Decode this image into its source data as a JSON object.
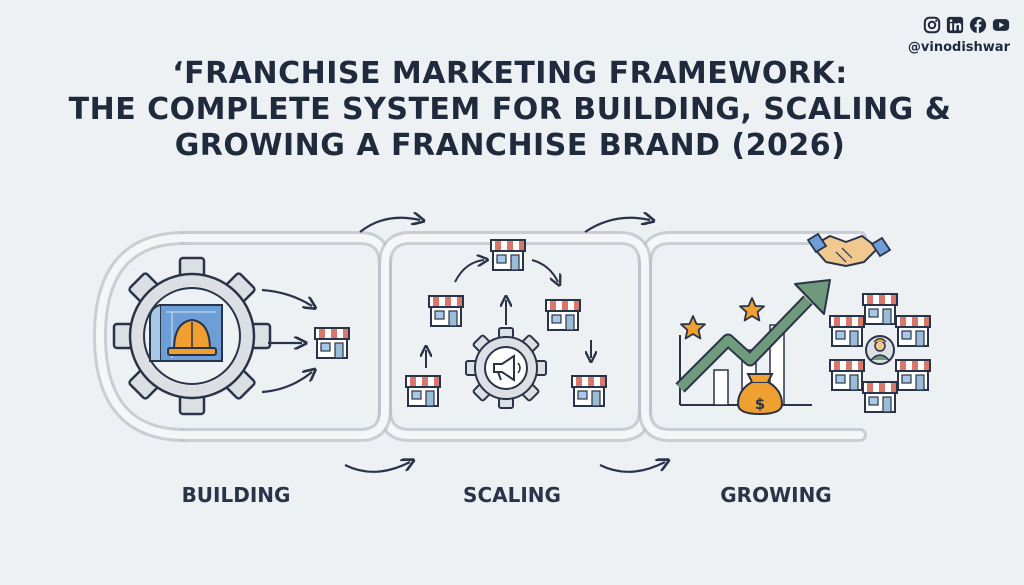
{
  "title": {
    "line1": "‘FRANCHISE MARKETING FRAMEWORK:",
    "line2": "THE COMPLETE SYSTEM FOR BUILDING, SCALING &",
    "line3": "GROWING A FRANCHISE BRAND (2026)"
  },
  "social": {
    "icons": [
      "instagram-icon",
      "linkedin-icon",
      "facebook-icon",
      "youtube-icon"
    ],
    "handle": "@vinodishwar"
  },
  "stages": [
    {
      "label": "BUILDING",
      "icon": "gear-blueprint-hardhat-icon"
    },
    {
      "label": "SCALING",
      "icon": "gear-megaphone-stores-icon"
    },
    {
      "label": "GROWING",
      "icon": "growth-chart-handshake-icon"
    }
  ],
  "colors": {
    "ink": "#1f2a3d",
    "accent_green": "#6f9a7c",
    "accent_orange": "#f0a030",
    "awning_red": "#d9776a",
    "blueprint_blue": "#6d9fd6",
    "gear_gray": "#dcdfe3"
  }
}
